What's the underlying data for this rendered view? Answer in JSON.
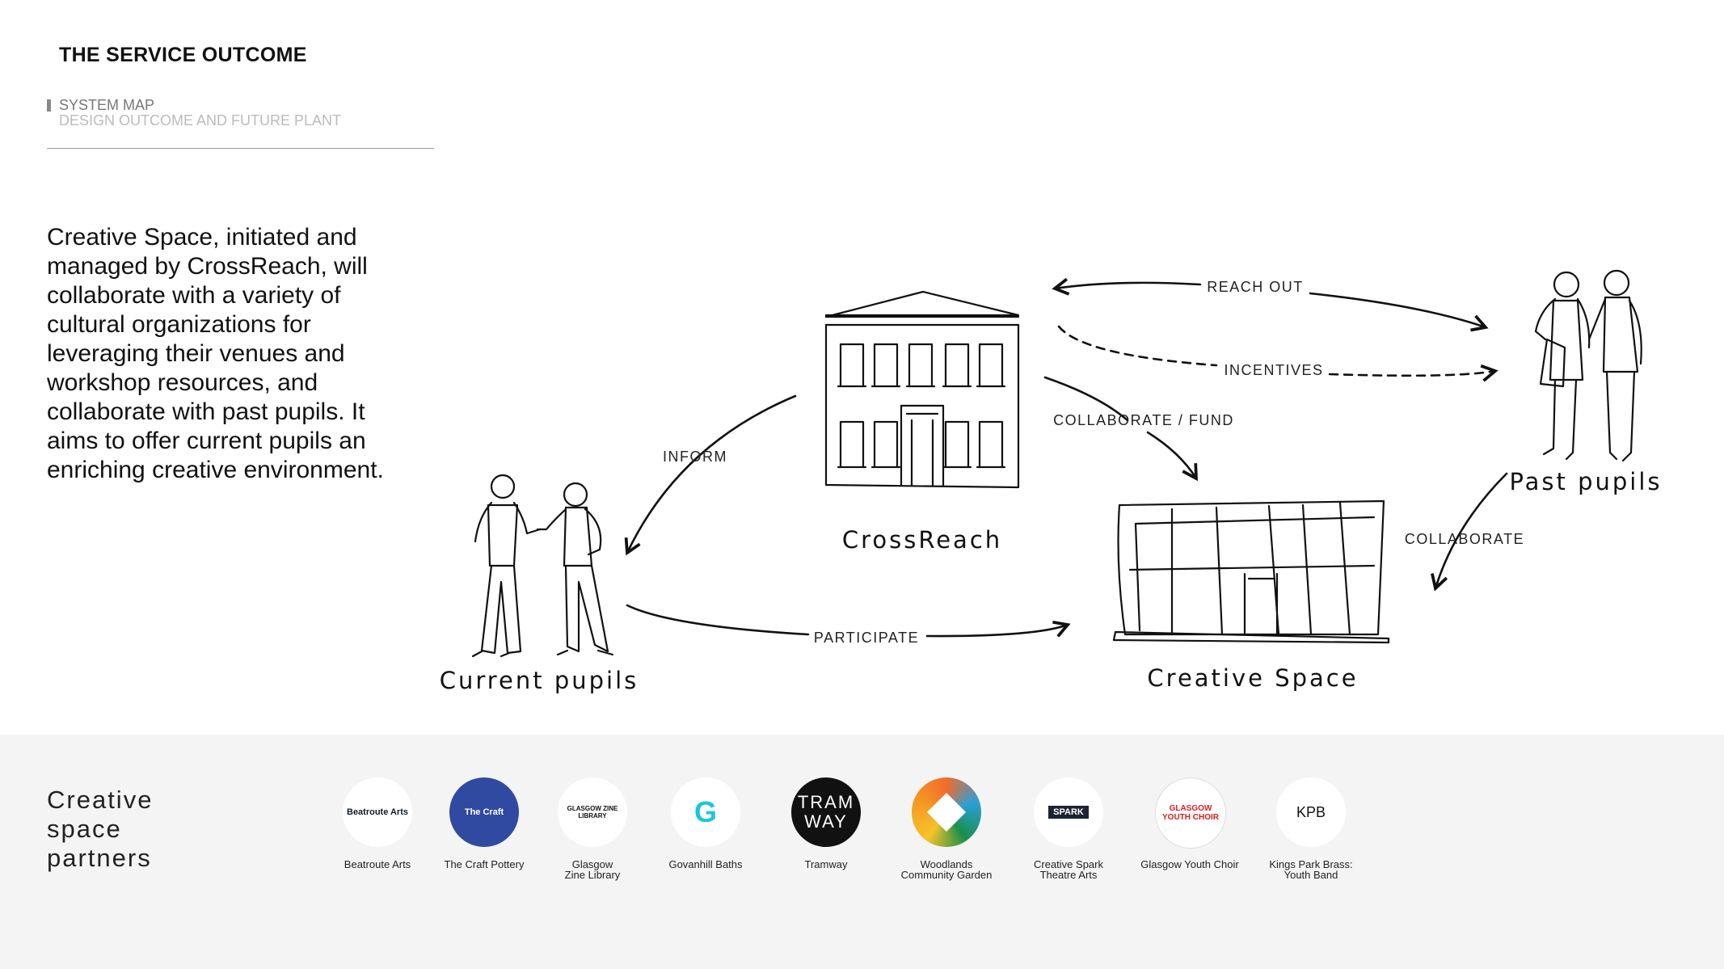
{
  "header": {
    "title": "THE SERVICE OUTCOME",
    "section": "SYSTEM MAP",
    "subsection": "DESIGN OUTCOME AND FUTURE PLANT"
  },
  "intro": "Creative Space, initiated and managed by CrossReach, will collaborate with a variety of cultural organizations for leveraging their venues and workshop resources, and collaborate with past pupils. It aims to offer current pupils an enriching creative environment.",
  "diagram": {
    "nodes": {
      "crossreach": "CrossReach",
      "current_pupils": "Current pupils",
      "past_pupils": "Past pupils",
      "creative_space": "Creative Space"
    },
    "edges": {
      "reach_out": "REACH OUT",
      "incentives": "INCENTIVES",
      "inform": "INFORM",
      "collaborate_fund": "COLLABORATE / FUND",
      "participate": "PARTICIPATE",
      "collaborate": "COLLABORATE"
    }
  },
  "partners": {
    "title": "Creative space partners",
    "items": [
      {
        "name": "Beatroute Arts",
        "logo_text": "Beatroute Arts"
      },
      {
        "name": "The Craft Pottery",
        "logo_text": "The Craft"
      },
      {
        "name": "Glasgow Zine Library",
        "logo_text": "GLASGOW ZINE LIBRARY"
      },
      {
        "name": "Govanhill Baths",
        "logo_text": "G"
      },
      {
        "name": "Tramway",
        "logo_text": "TRAM WAY"
      },
      {
        "name": "Woodlands Community Garden",
        "logo_text": ""
      },
      {
        "name": "Creative Spark Theatre Arts",
        "logo_text": "SPARK"
      },
      {
        "name": "Glasgow Youth Choir",
        "logo_text": "GLASGOW YOUTH CHOIR"
      },
      {
        "name": "Kings Park Brass: Youth Band",
        "logo_text": "KPB"
      }
    ]
  }
}
